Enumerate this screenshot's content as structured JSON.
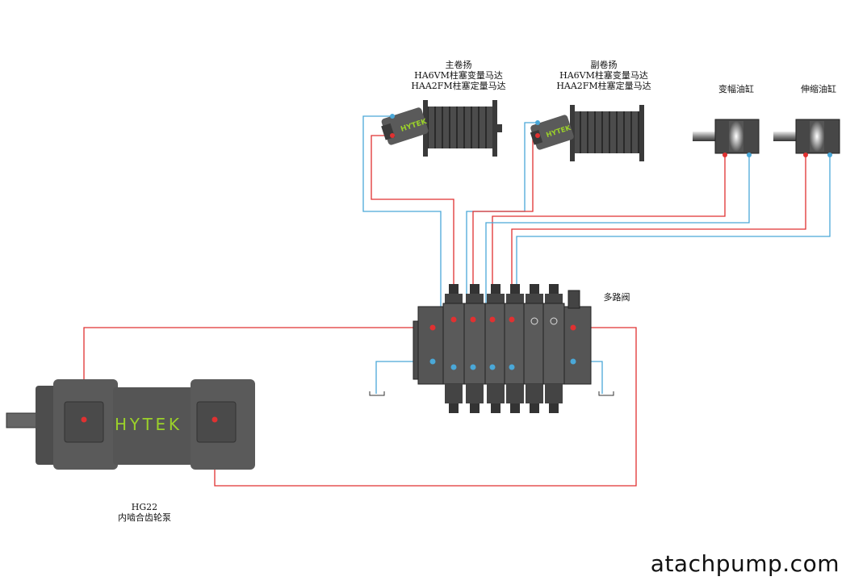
{
  "labels": {
    "main_winch": {
      "title": "主卷扬",
      "line1": "HA6VM柱塞变量马达",
      "line2": "HAA2FM柱塞定量马达"
    },
    "aux_winch": {
      "title": "副卷扬",
      "line1": "HA6VM柱塞变量马达",
      "line2": "HAA2FM柱塞定量马达"
    },
    "luffing_cylinder": "变幅油缸",
    "telescopic_cylinder": "伸缩油缸",
    "multiway_valve": "多路阀",
    "pump": {
      "model": "HG22",
      "name": "内啮合齿轮泵"
    },
    "brand_motor": "HYTEK",
    "brand_pump": "HYTEK",
    "watermark": "atachpump.com"
  },
  "colors": {
    "pressure_line": "#e03131",
    "return_line": "#4aa8d8",
    "body_dark": "#4a4a4a",
    "body_mid": "#5c5c5c",
    "brand": "#9bd12a"
  }
}
